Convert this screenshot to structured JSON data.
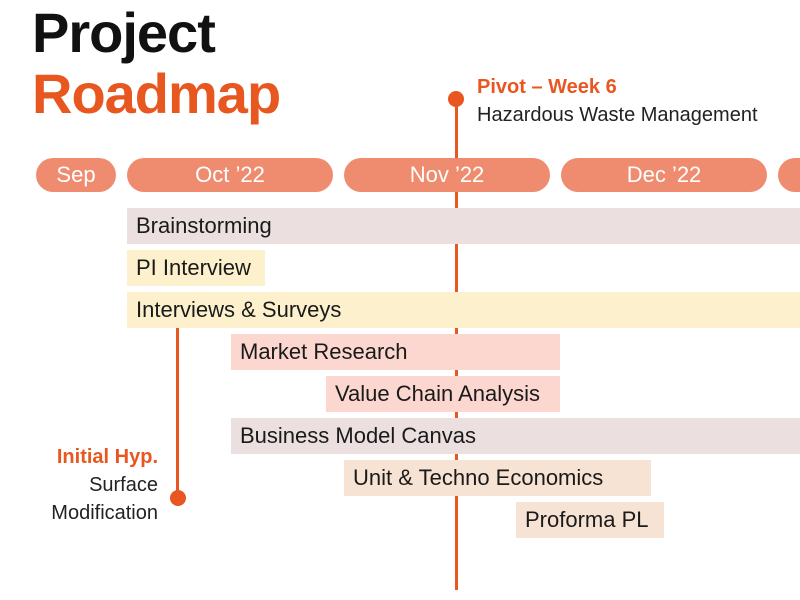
{
  "title": {
    "line1": "Project",
    "line2": "Roadmap"
  },
  "colors": {
    "accent": "#e8571f",
    "month_pill": "#ef8c6f",
    "bar_mauve": "#ebdfdf",
    "bar_yellow": "#fdf1cd",
    "bar_pink": "#fbd7cf",
    "bar_peach": "#f7e3d4"
  },
  "months": [
    {
      "label": "Sep"
    },
    {
      "label": "Oct ’22"
    },
    {
      "label": "Nov ’22"
    },
    {
      "label": "Dec ’22"
    },
    {
      "label": ""
    }
  ],
  "tasks": [
    {
      "label": "Brainstorming",
      "color": "mauve"
    },
    {
      "label": "PI Interview",
      "color": "yellow"
    },
    {
      "label": "Interviews & Surveys",
      "color": "yellow"
    },
    {
      "label": "Market Research",
      "color": "pink"
    },
    {
      "label": "Value Chain Analysis",
      "color": "pink"
    },
    {
      "label": "Business Model Canvas",
      "color": "mauve"
    },
    {
      "label": "Unit & Techno Economics",
      "color": "peach"
    },
    {
      "label": "Proforma PL",
      "color": "peach"
    }
  ],
  "milestones": {
    "pivot": {
      "title": "Pivot – Week 6",
      "text": "Hazardous Waste Management"
    },
    "initial": {
      "title": "Initial Hyp.",
      "line1": "Surface",
      "line2": "Modification"
    }
  }
}
